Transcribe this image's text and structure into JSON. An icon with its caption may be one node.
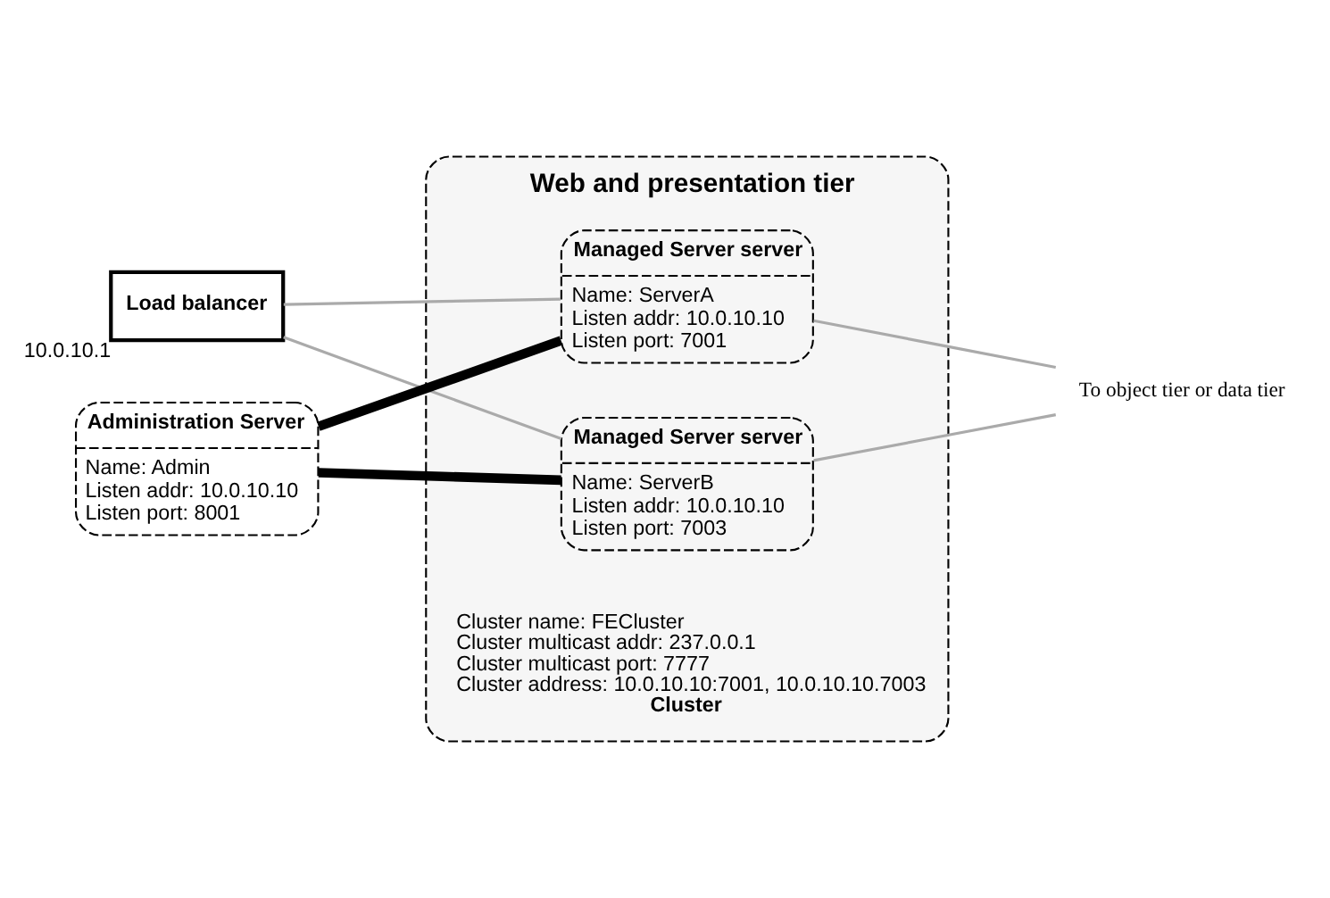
{
  "diagram": {
    "nodes": [
      {
        "text": [
          "Web and presentation tier",
          "Cluster name: FECluster",
          "Cluster multicast addr: 237.0.0.1",
          "Cluster multicast port: 7777",
          "Cluster address: 10.0.10.10:7001, 10.0.10.10.7003",
          "Cluster"
        ]
      },
      {
        "text": [
          "Managed Server server",
          "Name: ServerA",
          "Listen addr: 10.0.10.10",
          "Listen port: 7001"
        ],
        "in": 0
      },
      {
        "text": [
          "Managed Server server",
          "Name: ServerB",
          "Listen addr: 10.0.10.10",
          "Listen port: 7003"
        ],
        "in": 0
      },
      {
        "text": [
          "Load balancer"
        ],
        "beside": [
          "10.0.10.1"
        ]
      },
      {
        "text": [
          "Administration Server",
          "Name: Admin",
          "Listen addr: 10.0.10.10",
          "Listen port: 8001"
        ]
      },
      {
        "text": [
          "To object tier or data tier"
        ]
      }
    ],
    "edges": [
      {
        "from": 3,
        "to": 1,
        "arrow": "none"
      },
      {
        "from": 3,
        "to": 2,
        "arrow": "none"
      },
      {
        "from": 4,
        "to": 1,
        "arrow": "none",
        "style": "thick",
        "color": "#000000"
      },
      {
        "from": 4,
        "to": 2,
        "arrow": "none",
        "style": "thick",
        "color": "#000000"
      },
      {
        "from": 1,
        "to": 5,
        "arrow": "none"
      },
      {
        "from": 2,
        "to": 5,
        "arrow": "none"
      }
    ]
  }
}
